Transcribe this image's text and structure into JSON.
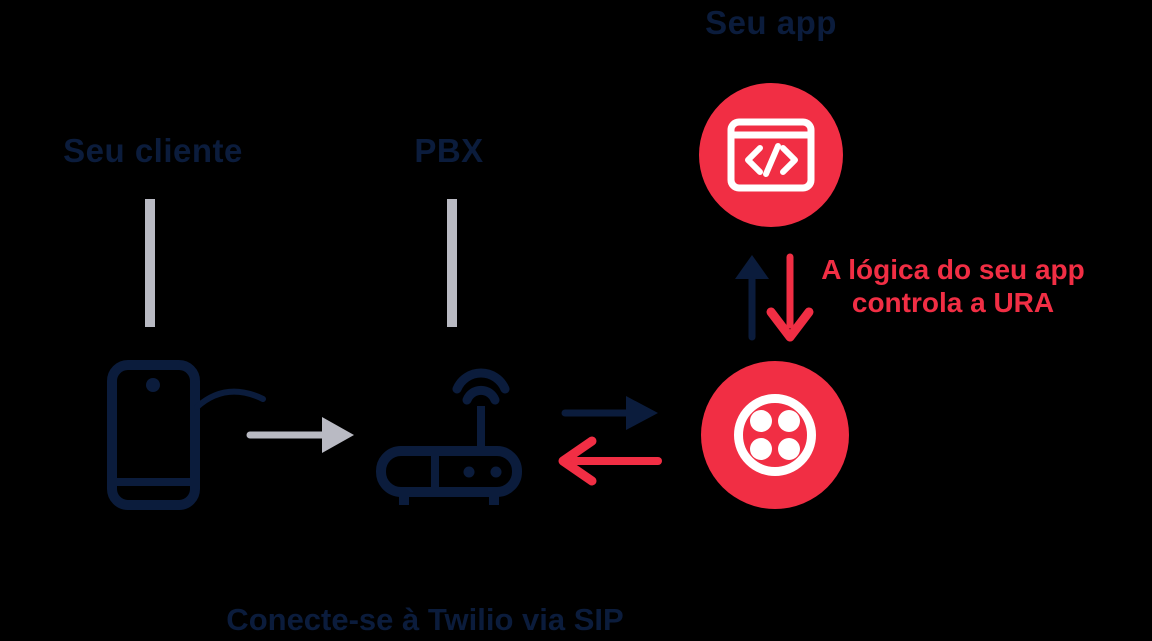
{
  "colors": {
    "background": "#000000",
    "ink": "#0b1c3c",
    "gray": "#b9bac3",
    "red": "#f12e44",
    "white": "#ffffff"
  },
  "nodes": {
    "client": {
      "label": "Seu cliente",
      "icon": "smartphone-icon"
    },
    "pbx": {
      "label": "PBX",
      "icon": "wifi-router-icon"
    },
    "app": {
      "label": "Seu app",
      "icon": "code-browser-icon"
    },
    "twilio": {
      "icon": "twilio-logo"
    }
  },
  "annotation": {
    "line1": "A lógica do seu app",
    "line2": "controla a URA"
  },
  "caption": "Conecte-se à Twilio via SIP",
  "flows": [
    {
      "from": "client",
      "to": "pbx",
      "style": "gray-arrow-right"
    },
    {
      "from": "pbx",
      "to": "twilio",
      "style": "ink-arrow-right"
    },
    {
      "from": "twilio",
      "to": "pbx",
      "style": "red-arrow-left"
    },
    {
      "from": "twilio",
      "to": "app",
      "style": "ink-arrow-up"
    },
    {
      "from": "app",
      "to": "twilio",
      "style": "red-arrow-down"
    }
  ]
}
